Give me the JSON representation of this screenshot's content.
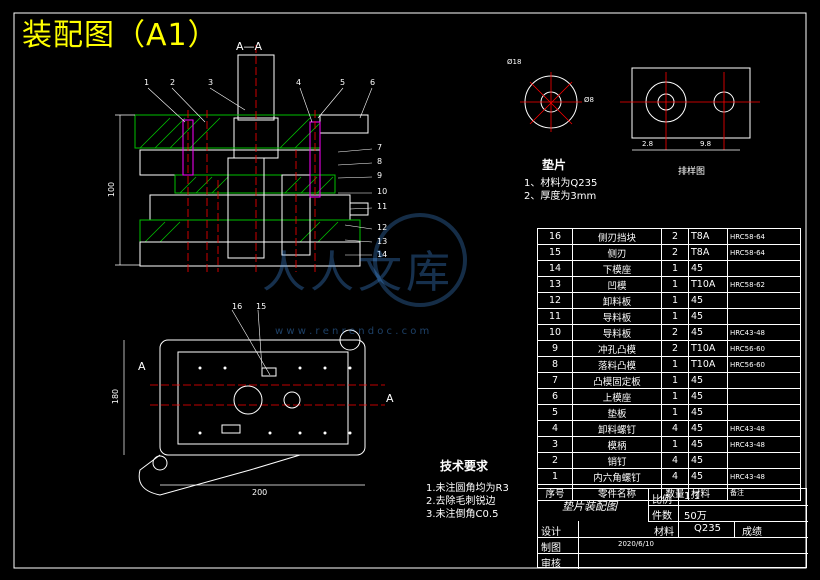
{
  "title": "装配图（A1）",
  "section_label": "A—A",
  "view_label_left": "A",
  "view_label_right": "A",
  "dims": {
    "height_left": "100",
    "height_plan": "180",
    "width_plan": "200"
  },
  "part_callouts_top": [
    "1",
    "2",
    "3",
    "4",
    "5",
    "6"
  ],
  "part_callouts_right": [
    "7",
    "8",
    "9",
    "10",
    "11",
    "12",
    "13",
    "14"
  ],
  "plan_callouts": [
    "16",
    "15"
  ],
  "washer": {
    "heading": "垫片",
    "notes": [
      "1、材料为Q235",
      "2、厚度为3mm"
    ],
    "dim_labels": [
      "Ø18",
      "Ø8"
    ]
  },
  "strip_layout": {
    "caption": "排样图",
    "dims": [
      "2.8",
      "9.8"
    ]
  },
  "tech_req": {
    "heading": "技术要求",
    "items": [
      "1.未注圆角均为R3",
      "2.去除毛刺锐边",
      "3.未注倒角C0.5"
    ]
  },
  "bom": {
    "rows": [
      {
        "no": "16",
        "name": "侧刃挡块",
        "qty": "2",
        "mat": "T8A",
        "note": "HRC58-64"
      },
      {
        "no": "15",
        "name": "侧刃",
        "qty": "2",
        "mat": "T8A",
        "note": "HRC58-64"
      },
      {
        "no": "14",
        "name": "下模座",
        "qty": "1",
        "mat": "45",
        "note": ""
      },
      {
        "no": "13",
        "name": "凹模",
        "qty": "1",
        "mat": "T10A",
        "note": "HRC58-62"
      },
      {
        "no": "12",
        "name": "卸料板",
        "qty": "1",
        "mat": "45",
        "note": ""
      },
      {
        "no": "11",
        "name": "导料板",
        "qty": "1",
        "mat": "45",
        "note": ""
      },
      {
        "no": "10",
        "name": "导料板",
        "qty": "2",
        "mat": "45",
        "note": "HRC43-48"
      },
      {
        "no": "9",
        "name": "冲孔凸模",
        "qty": "2",
        "mat": "T10A",
        "note": "HRC56-60"
      },
      {
        "no": "8",
        "name": "落料凸模",
        "qty": "1",
        "mat": "T10A",
        "note": "HRC56-60"
      },
      {
        "no": "7",
        "name": "凸模固定板",
        "qty": "1",
        "mat": "45",
        "note": ""
      },
      {
        "no": "6",
        "name": "上模座",
        "qty": "1",
        "mat": "45",
        "note": ""
      },
      {
        "no": "5",
        "name": "垫板",
        "qty": "1",
        "mat": "45",
        "note": ""
      },
      {
        "no": "4",
        "name": "卸料螺钉",
        "qty": "4",
        "mat": "45",
        "note": "HRC43-48"
      },
      {
        "no": "3",
        "name": "模柄",
        "qty": "1",
        "mat": "45",
        "note": "HRC43-48"
      },
      {
        "no": "2",
        "name": "销钉",
        "qty": "4",
        "mat": "45",
        "note": ""
      },
      {
        "no": "1",
        "name": "内六角螺钉",
        "qty": "4",
        "mat": "45",
        "note": "HRC43-48"
      }
    ],
    "header": {
      "no": "序号",
      "name": "零件名称",
      "qty": "数量",
      "mat": "材料",
      "note": "备注"
    }
  },
  "title_block": {
    "drawing_name": "垫片装配图",
    "scale_label": "比例",
    "scale_value": "1:1",
    "count_label": "件数",
    "count_value": "50万",
    "design_label": "设计",
    "material_label": "材料",
    "material_value": "Q235",
    "grade_label": "成绩",
    "draw_label": "制图",
    "draw_value": "2020/6/10",
    "review_label": "审核"
  },
  "watermark": {
    "brand": "人人文库",
    "url": "w w w . r e n r e n d o c . c o m"
  },
  "colors": {
    "line": "#ffffff",
    "red": "#ff0000",
    "green": "#00c000",
    "yellow": "#ffff00",
    "magenta": "#ff00ff",
    "cyan": "#00ffff"
  }
}
